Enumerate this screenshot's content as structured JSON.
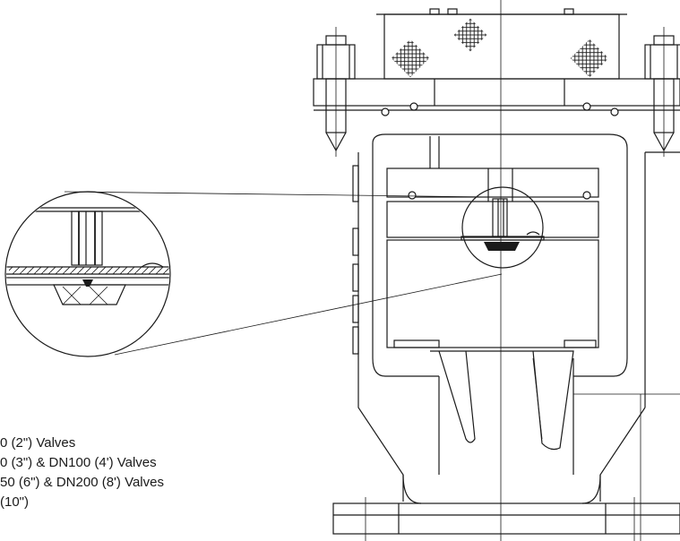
{
  "legend": {
    "lines": [
      "0 (2\") Valves",
      "0 (3\") & DN100 (4') Valves",
      "50 (6\") & DN200 (8') Valves",
      " (10\")"
    ]
  },
  "colors": {
    "ink": "#1a1a1a",
    "background": "#ffffff"
  }
}
